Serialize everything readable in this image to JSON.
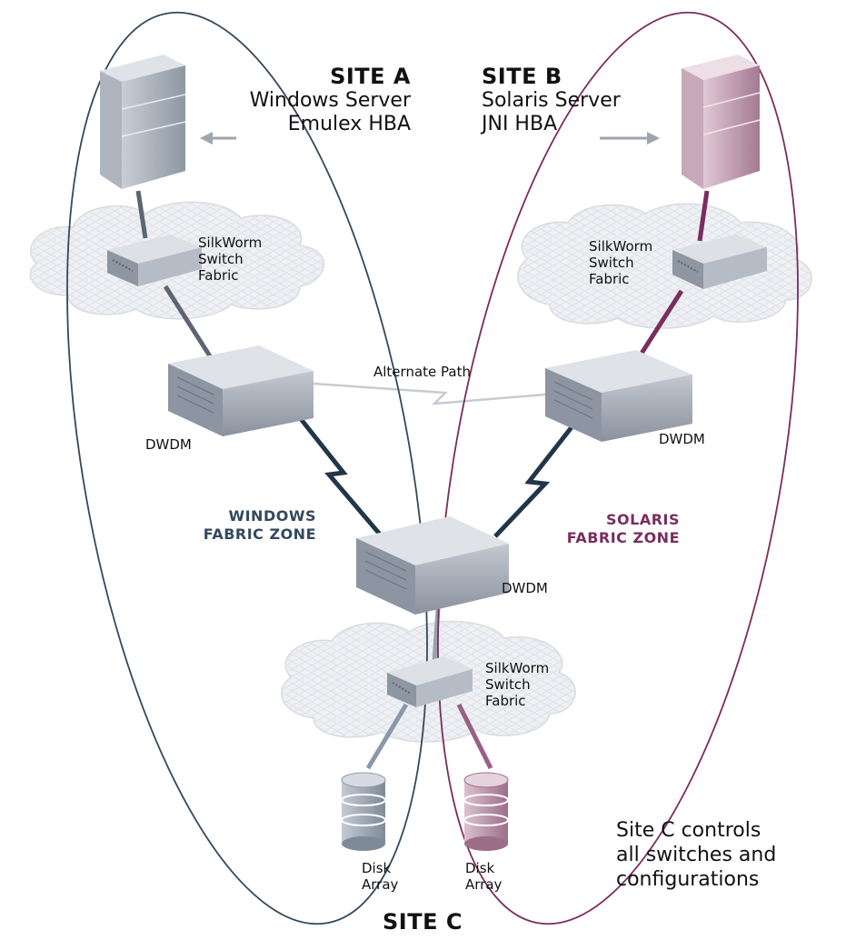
{
  "site_a": {
    "heading": "SITE A",
    "line1": "Windows Server",
    "line2": "Emulex HBA"
  },
  "site_b": {
    "heading": "SITE B",
    "line1": "Solaris Server",
    "line2": "JNI HBA"
  },
  "site_c": {
    "heading": "SITE C",
    "note_line1": "Site C controls",
    "note_line2": "all switches and",
    "note_line3": "configurations"
  },
  "switch_fabric_a": {
    "l1": "SilkWorm",
    "l2": "Switch",
    "l3": "Fabric"
  },
  "switch_fabric_b": {
    "l1": "SilkWorm",
    "l2": "Switch",
    "l3": "Fabric"
  },
  "switch_fabric_c": {
    "l1": "SilkWorm",
    "l2": "Switch",
    "l3": "Fabric"
  },
  "dwdm_a": "DWDM",
  "dwdm_b": "DWDM",
  "dwdm_c": "DWDM",
  "alternate_path": "Alternate Path",
  "windows_zone": {
    "l1": "WINDOWS",
    "l2": "FABRIC ZONE"
  },
  "solaris_zone": {
    "l1": "SOLARIS",
    "l2": "FABRIC ZONE"
  },
  "disk_a": {
    "l1": "Disk",
    "l2": "Array"
  },
  "disk_b": {
    "l1": "Disk",
    "l2": "Array"
  },
  "colors": {
    "windows_zone": "#33495e",
    "solaris_zone": "#7a2d5e",
    "device_gray": "#a9b0ba",
    "device_pink": "#b894a8",
    "cloud": "#eef0f3"
  },
  "icons": [
    "windows-server-icon",
    "solaris-server-icon",
    "switch-icon",
    "dwdm-icon",
    "cloud-icon",
    "disk-array-icon",
    "lightning-link-icon"
  ]
}
